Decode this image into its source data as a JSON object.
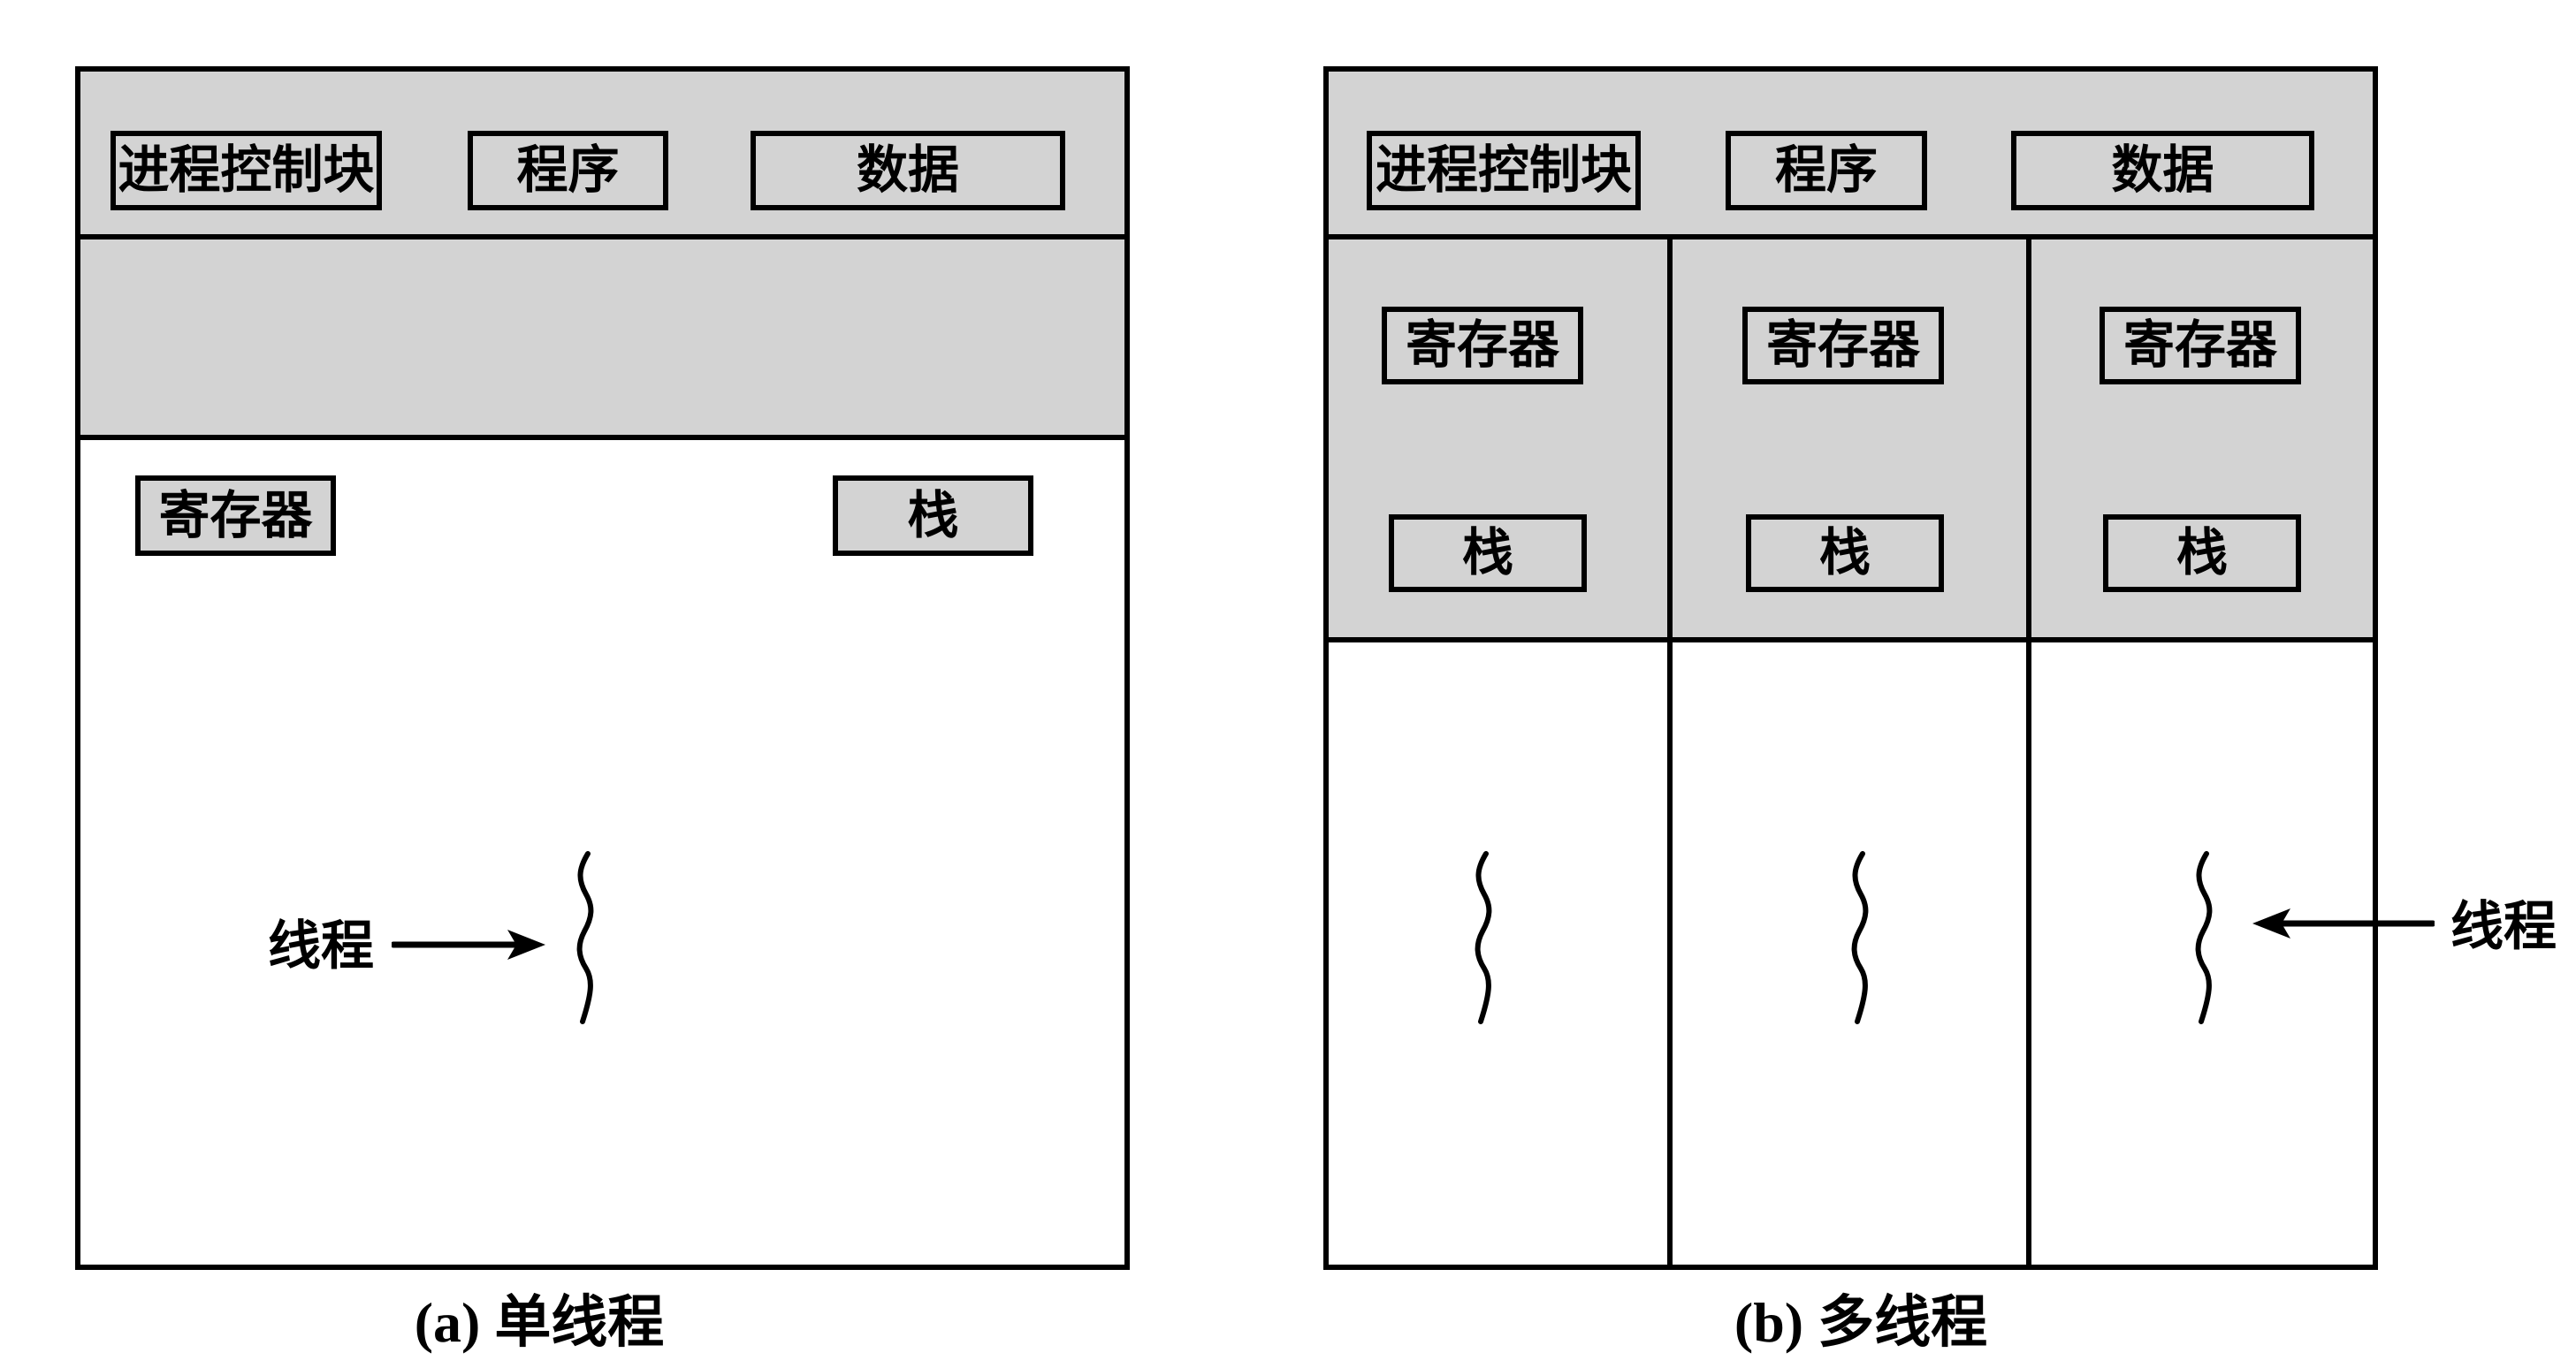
{
  "figure": {
    "colors": {
      "panel_fill": "#d3d3d3",
      "line": "#000000",
      "background": "#ffffff"
    },
    "panel_a": {
      "caption": "(a) 单线程",
      "process_header": {
        "pcb": "进程控制块",
        "program": "程序",
        "data": "数据"
      },
      "context_row": {
        "registers": "寄存器",
        "stack": "栈"
      },
      "thread_label": "线程",
      "icons": {
        "thread": "thread-squiggle-icon",
        "pointer": "arrow-right-icon"
      }
    },
    "panel_b": {
      "caption": "(b) 多线程",
      "process_header": {
        "pcb": "进程控制块",
        "program": "程序",
        "data": "数据"
      },
      "threads": [
        {
          "registers": "寄存器",
          "stack": "栈"
        },
        {
          "registers": "寄存器",
          "stack": "栈"
        },
        {
          "registers": "寄存器",
          "stack": "栈"
        }
      ],
      "thread_label": "线程",
      "icons": {
        "thread": "thread-squiggle-icon",
        "pointer": "arrow-left-icon"
      }
    }
  }
}
